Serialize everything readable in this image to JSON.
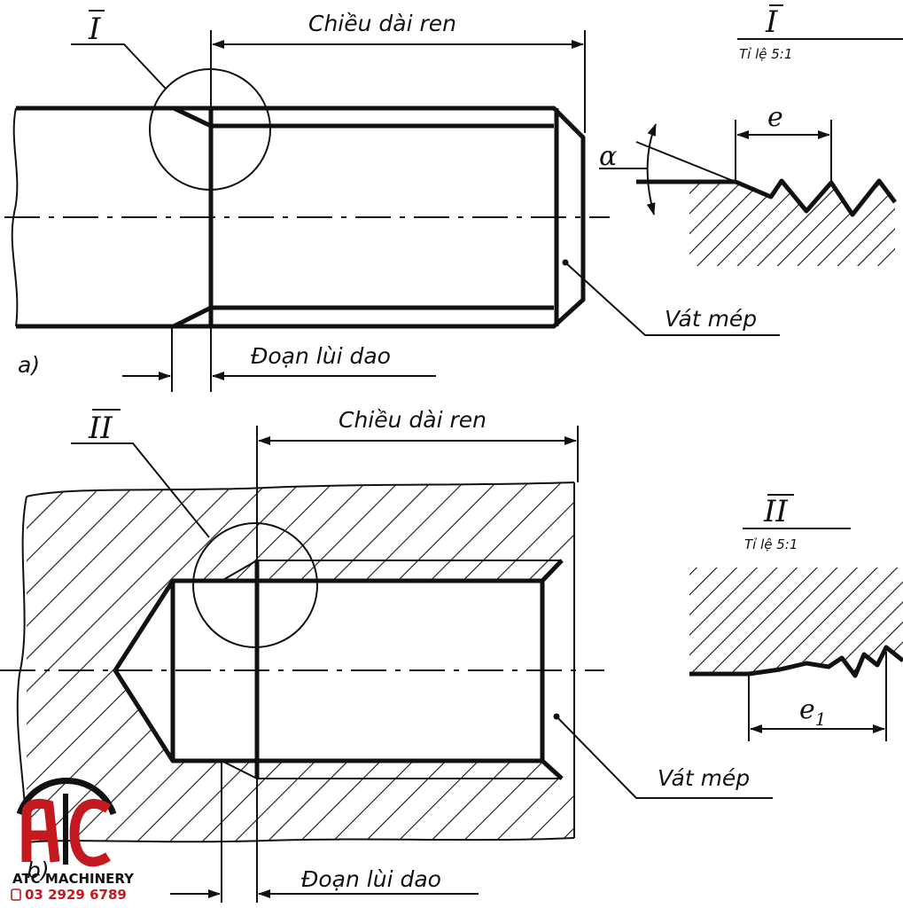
{
  "figure_a": {
    "panel_label": "a)",
    "detail_marker": "I",
    "thread_length_label": "Chiều dài ren",
    "runout_label": "Đoạn lùi dao",
    "chamfer_label": "Vát mép"
  },
  "detail_I": {
    "marker": "I",
    "scale_label": "Tỉ lệ 5:1",
    "angle_symbol": "α",
    "length_symbol": "e"
  },
  "figure_b": {
    "panel_label": "b)",
    "detail_marker": "II",
    "thread_length_label": "Chiều dài ren",
    "runout_label": "Đoạn lùi dao",
    "chamfer_label": "Vát mép"
  },
  "detail_II": {
    "marker": "II",
    "scale_label": "Tỉ lệ 5:1",
    "length_symbol": "e",
    "length_subscript": "1"
  },
  "logo": {
    "brand": "ATC MACHINERY",
    "phone": "03 2929 6789",
    "phone_icon": "phone-icon",
    "accent_color": "#c41a1f"
  }
}
